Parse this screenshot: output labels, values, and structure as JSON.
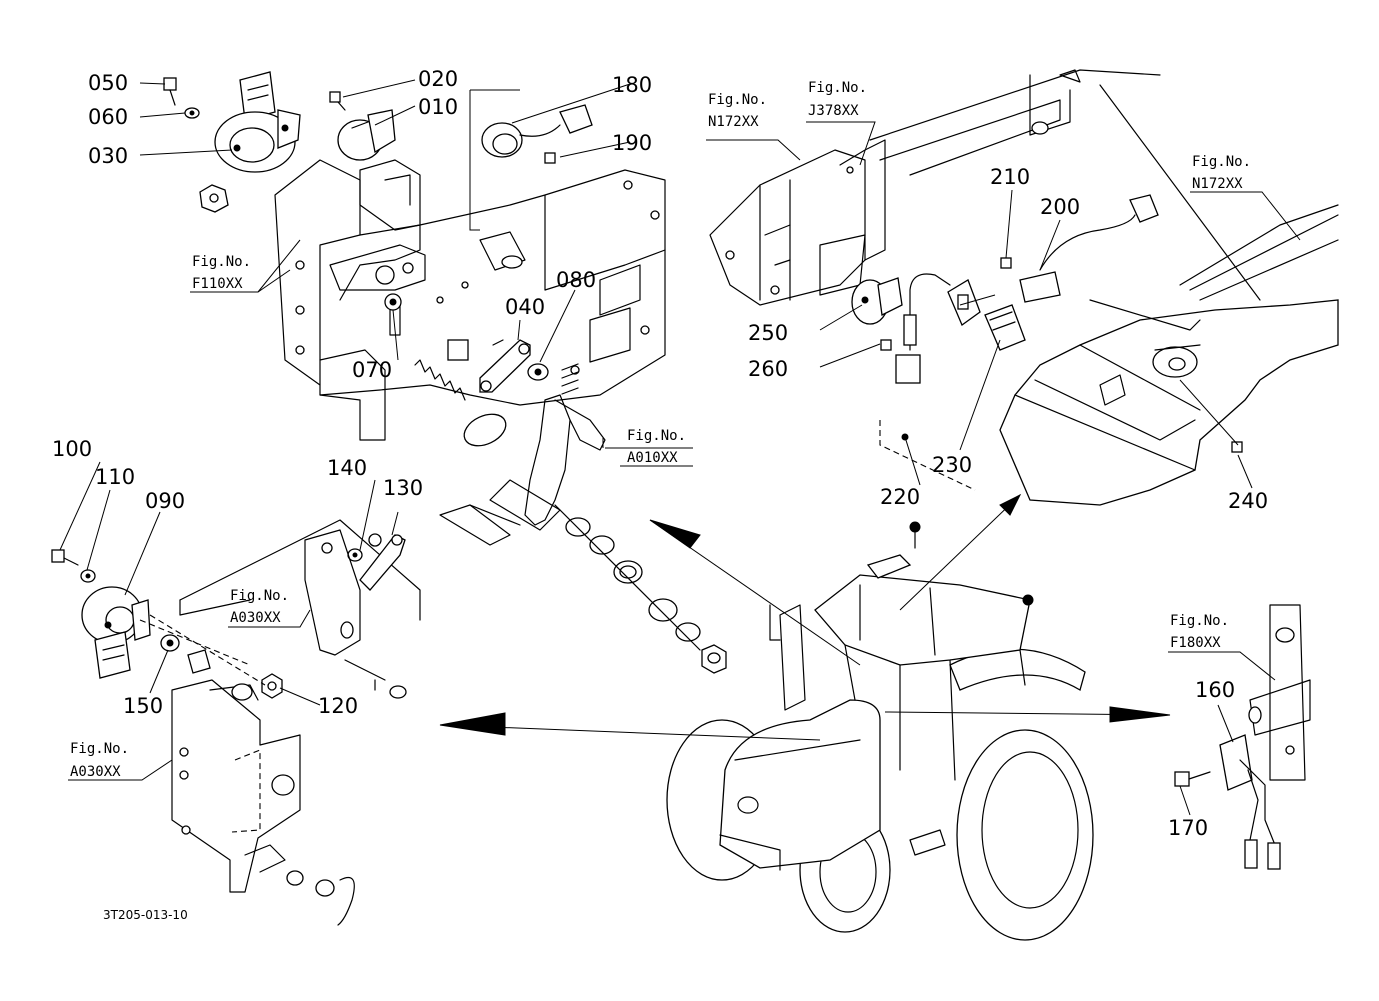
{
  "document_id": "3T205-013-10",
  "callouts": {
    "p010": "010",
    "p020": "020",
    "p030": "030",
    "p040": "040",
    "p050": "050",
    "p060": "060",
    "p070": "070",
    "p080": "080",
    "p090": "090",
    "p100": "100",
    "p110": "110",
    "p120": "120",
    "p130": "130",
    "p140": "140",
    "p150": "150",
    "p160": "160",
    "p170": "170",
    "p180": "180",
    "p190": "190",
    "p200": "200",
    "p210": "210",
    "p220": "220",
    "p230": "230",
    "p240": "240",
    "p250": "250",
    "p260": "260"
  },
  "fig_refs": {
    "label": "Fig.No.",
    "f110": "F110XX",
    "a010": "A010XX",
    "a030_top": "A030XX",
    "a030_bottom": "A030XX",
    "n172_left": "N172XX",
    "j378": "J378XX",
    "n172_right": "N172XX",
    "f180": "F180XX"
  }
}
